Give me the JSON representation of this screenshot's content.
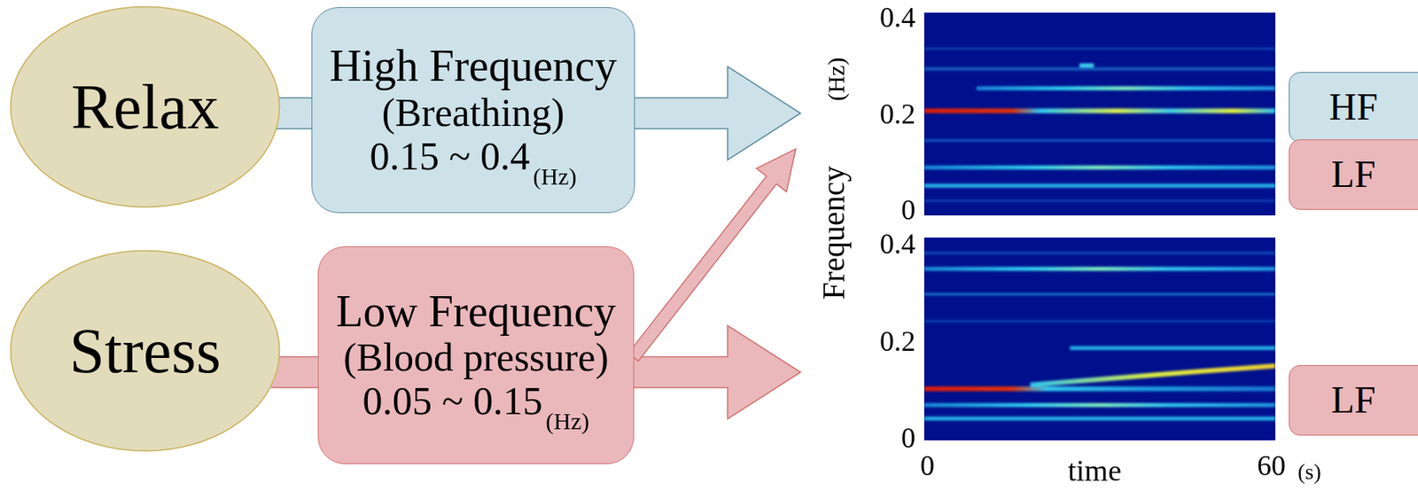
{
  "diagram": {
    "nodes": [
      {
        "text": [
          "Relax"
        ]
      },
      {
        "text": [
          "High Frequency",
          "(Breathing)",
          "0.15 ~ 0.4",
          "(Hz)"
        ]
      },
      {
        "text": [
          "Stress"
        ]
      },
      {
        "text": [
          "Low Frequency",
          "(Blood pressure)",
          "0.05 ~ 0.15",
          "(Hz)"
        ]
      },
      {
        "text": [
          "HF"
        ]
      },
      {
        "text": [
          "LF"
        ]
      },
      {
        "text": [
          "LF"
        ]
      }
    ],
    "edges": [
      {
        "from": 0,
        "to": 1,
        "arrow": "none"
      },
      {
        "from": 2,
        "to": 3,
        "arrow": "none"
      }
    ],
    "labels": [
      "0.4",
      "0.2",
      "0",
      "0.4",
      "0.2",
      "0",
      "Frequency",
      "(Hz)",
      "0",
      "time",
      "60",
      "(s)"
    ]
  }
}
